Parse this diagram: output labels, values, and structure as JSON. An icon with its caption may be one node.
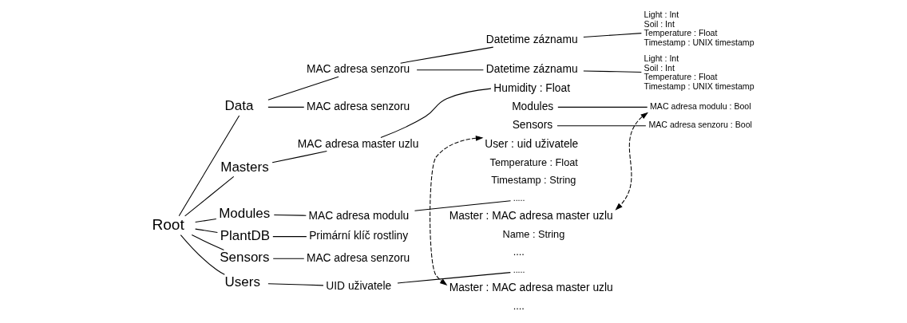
{
  "diagram": {
    "nodes": [
      {
        "text": [
          "Root"
        ]
      },
      {
        "text": [
          "Data"
        ]
      },
      {
        "text": [
          "MAC adresa senzoru"
        ]
      },
      {
        "text": [
          "Datetime záznamu"
        ]
      },
      {
        "text": [
          "Light : Int",
          "Soil : Int",
          "Temperature : Float",
          "Timestamp : UNIX timestamp"
        ]
      },
      {
        "text": [
          "Datetime záznamu"
        ]
      },
      {
        "text": [
          "Light : Int",
          "Soil : Int",
          "Temperature : Float",
          "Timestamp : UNIX timestamp"
        ]
      },
      {
        "text": [
          "MAC adresa senzoru"
        ]
      },
      {
        "text": [
          "Masters"
        ]
      },
      {
        "text": [
          "MAC adresa master uzlu"
        ]
      },
      {
        "text": [
          "Humidity : Float"
        ]
      },
      {
        "text": [
          "Modules"
        ]
      },
      {
        "text": [
          "MAC adresa modulu : Bool"
        ]
      },
      {
        "text": [
          "Sensors"
        ]
      },
      {
        "text": [
          "MAC adresa senzoru : Bool"
        ]
      },
      {
        "text": [
          "User : uid uživatele"
        ]
      },
      {
        "text": [
          "Modules"
        ]
      },
      {
        "text": [
          "MAC adresa modulu"
        ]
      },
      {
        "text": [
          "....."
        ]
      },
      {
        "text": [
          "Master : MAC adresa master uzlu"
        ]
      },
      {
        "text": [
          "PlantDB"
        ]
      },
      {
        "text": [
          "Primární klíč rostliny"
        ]
      },
      {
        "text": [
          "Sensors"
        ]
      },
      {
        "text": [
          "MAC adresa senzoru"
        ]
      },
      {
        "text": [
          "Users"
        ]
      },
      {
        "text": [
          "UID uživatele"
        ]
      },
      {
        "text": [
          "....."
        ]
      },
      {
        "text": [
          "Master : MAC adresa master uzlu"
        ]
      }
    ],
    "edges": [
      {
        "from": 0,
        "to": 1,
        "arrow": "none"
      },
      {
        "from": 1,
        "to": 2,
        "arrow": "none"
      },
      {
        "from": 2,
        "to": 3,
        "arrow": "none"
      },
      {
        "from": 3,
        "to": 4,
        "arrow": "none"
      },
      {
        "from": 2,
        "to": 5,
        "arrow": "none"
      },
      {
        "from": 5,
        "to": 6,
        "arrow": "none"
      },
      {
        "from": 1,
        "to": 7,
        "arrow": "none"
      },
      {
        "from": 0,
        "to": 8,
        "arrow": "none"
      },
      {
        "from": 8,
        "to": 9,
        "arrow": "none"
      },
      {
        "from": 9,
        "to": 10,
        "arrow": "none"
      },
      {
        "from": 11,
        "to": 12,
        "arrow": "none"
      },
      {
        "from": 13,
        "to": 14,
        "arrow": "none"
      },
      {
        "from": 0,
        "to": 16,
        "arrow": "none"
      },
      {
        "from": 16,
        "to": 17,
        "arrow": "none"
      },
      {
        "from": 17,
        "to": 18,
        "arrow": "none"
      },
      {
        "from": 0,
        "to": 20,
        "arrow": "none"
      },
      {
        "from": 20,
        "to": 21,
        "arrow": "none"
      },
      {
        "from": 0,
        "to": 22,
        "arrow": "none"
      },
      {
        "from": 22,
        "to": 23,
        "arrow": "none"
      },
      {
        "from": 0,
        "to": 24,
        "arrow": "none"
      },
      {
        "from": 24,
        "to": 25,
        "arrow": "none"
      },
      {
        "from": 25,
        "to": 26,
        "arrow": "none"
      },
      {
        "from": 12,
        "to": 19,
        "arrow": "both",
        "style": "dashed"
      },
      {
        "from": 15,
        "to": 27,
        "arrow": "both",
        "style": "dashed"
      }
    ],
    "labels": [
      "Temperature : Float",
      "Timestamp : String",
      "Name : String",
      "....",
      "...."
    ]
  }
}
